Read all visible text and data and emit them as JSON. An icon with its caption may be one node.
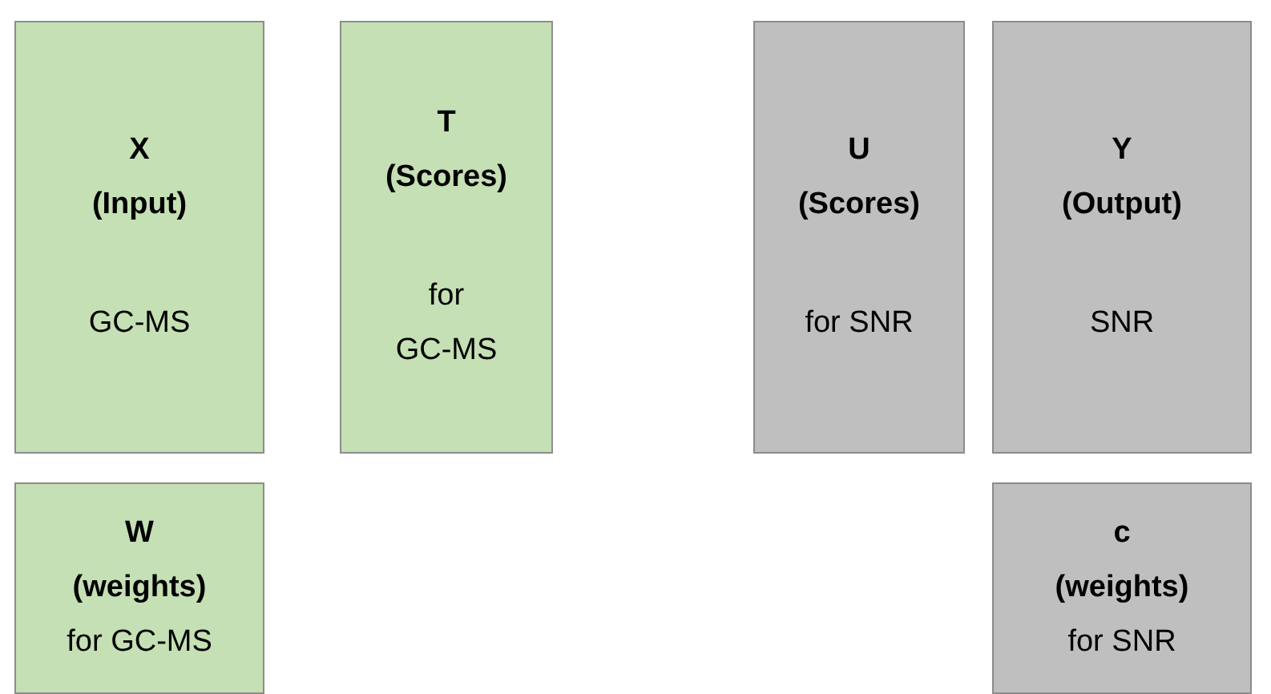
{
  "diagram": {
    "nodes": [
      {
        "text": [
          "X",
          "(Input)",
          "GC-MS"
        ]
      },
      {
        "text": [
          "T",
          "(Scores)",
          "for GC-MS"
        ]
      },
      {
        "text": [
          "U",
          "(Scores)",
          "for SNR"
        ]
      },
      {
        "text": [
          "Y",
          "(Output)",
          "SNR"
        ]
      },
      {
        "text": [
          "W",
          "(weights)",
          "for GC-MS"
        ]
      },
      {
        "text": [
          "c",
          "(weights)",
          "for SNR"
        ]
      }
    ]
  }
}
